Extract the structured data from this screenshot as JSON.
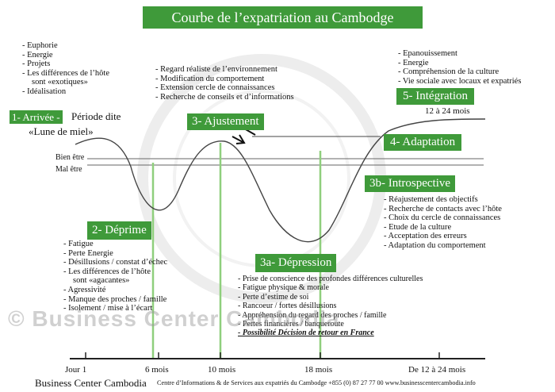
{
  "title": "Courbe de l’expatriation au Cambodge",
  "phases": {
    "arrivee": {
      "label": "1- Arrivée -",
      "suffix": "Période dite",
      "sub": "«Lune de miel»"
    },
    "ajustement": {
      "label": "3- Ajustement"
    },
    "integration": {
      "label": "5- Intégration",
      "sub": "12 à 24 mois"
    },
    "adaptation": {
      "label": "4- Adaptation"
    },
    "introspective": {
      "label": "3b- Introspective"
    },
    "deprime": {
      "label": "2- Déprime"
    },
    "depression": {
      "label": "3a- Dépression"
    }
  },
  "lists": {
    "arrivee": [
      "- Euphorie",
      "- Energie",
      "- Projets",
      "- Les différences de l’hôte",
      "   sont «exotiques»",
      "- Idéalisation"
    ],
    "ajustement": [
      "- Regard réaliste de l’environnement",
      "- Modification du comportement",
      "- Extension cercle de connaissances",
      "- Recherche de conseils et d’informations"
    ],
    "integration": [
      "- Epanouissement",
      "- Energie",
      "- Compréhension de la culture",
      "- Vie sociale avec locaux et expatriés"
    ],
    "introspective": [
      "- Réajustement des objectifs",
      "- Recherche de contacts avec l’hôte",
      "- Choix du cercle de connaissances",
      "- Etude de la culture",
      "- Acceptation des erreurs",
      "- Adaptation du comportement"
    ],
    "deprime": [
      "- Fatigue",
      "- Perte Energie",
      "- Désillusions / constat d’échec",
      "- Les différences de l’hôte",
      "   sont «agacantes»",
      "- Agressivité",
      "- Manque des proches / famille",
      "- Isolement / mise à l’écart"
    ],
    "depression": [
      "- Prise de conscience des profondes différences culturelles",
      "- Fatigue physique & morale",
      "- Perte d’estime de soi",
      "- Rancoeur / fortes désillusions",
      "- Appréhension du regard des proches / famille",
      "- Pertes financières / banqueroute"
    ],
    "depression_last": "- Possibilité Décision de retour en France"
  },
  "levels": {
    "bien_etre": "Bien être",
    "mal_etre": "Mal être"
  },
  "timeline": [
    "Jour 1",
    "6 mois",
    "10 mois",
    "18 mois",
    "De 12 à 24 mois"
  ],
  "watermark": "© Business Center Cambodia",
  "footer": {
    "brand": "Business Center Cambodia",
    "info": "Centre d’Informations & de Services aux expatriés du Cambodge  +855 (0) 87 27 77 00  www.businesscentercambodia.info"
  },
  "colors": {
    "accent_green": "#3f9a3a",
    "marker_green": "#8fcf7d",
    "line": "#444444"
  }
}
